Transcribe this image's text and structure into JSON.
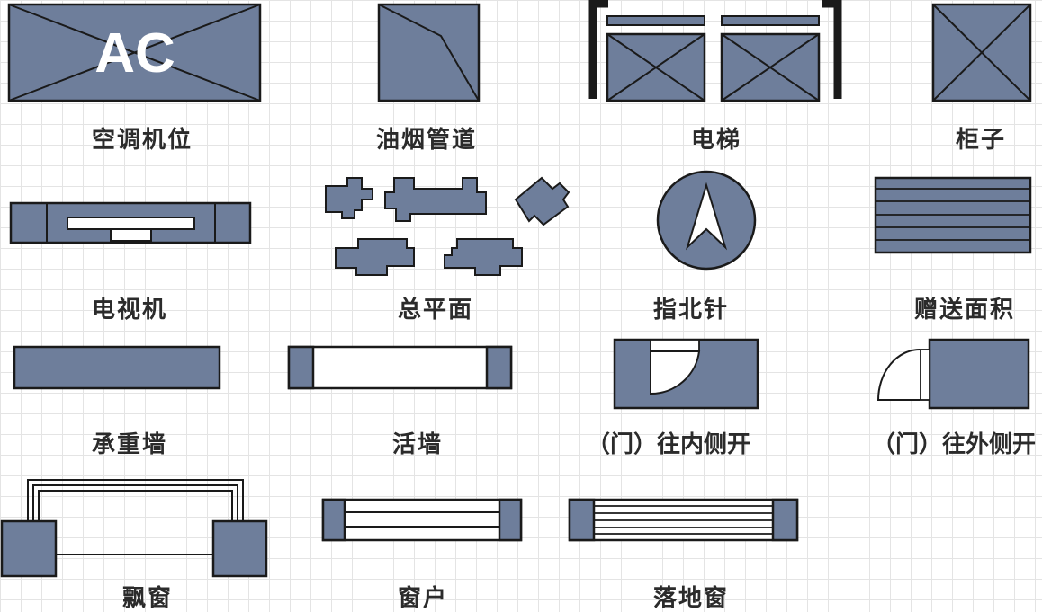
{
  "colors": {
    "fill": "#6e7e9b",
    "stroke": "#1a1a1a",
    "white": "#ffffff"
  },
  "symbols": {
    "ac_unit": {
      "label": "空调机位",
      "badge": "AC"
    },
    "flue_duct": {
      "label": "油烟管道"
    },
    "elevator": {
      "label": "电梯"
    },
    "cabinet": {
      "label": "柜子"
    },
    "tv": {
      "label": "电视机"
    },
    "site_plan": {
      "label": "总平面"
    },
    "compass": {
      "label": "指北针"
    },
    "bonus_area": {
      "label": "赠送面积"
    },
    "bearing_wall": {
      "label": "承重墙"
    },
    "movable_wall": {
      "label": "活墙"
    },
    "door_inward": {
      "label": "（门）往内侧开"
    },
    "door_outward": {
      "label": "（门）往外侧开"
    },
    "bay_window": {
      "label": "飘窗"
    },
    "window": {
      "label": "窗户"
    },
    "french_window": {
      "label": "落地窗"
    }
  }
}
